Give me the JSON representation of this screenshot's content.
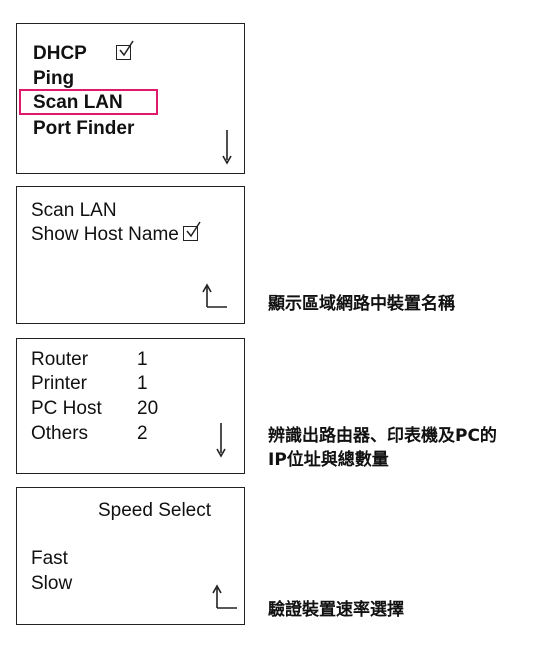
{
  "panel1": {
    "items": [
      {
        "label": "DHCP",
        "checked": true
      },
      {
        "label": "Ping"
      },
      {
        "label": "Scan LAN",
        "selected": true
      },
      {
        "label": "Port Finder"
      }
    ],
    "highlight_color": "#e0196c",
    "nav_icon": "arrow-down-icon"
  },
  "panel2": {
    "title": "Scan LAN",
    "option_label": "Show Host Name",
    "option_checked": true,
    "nav_icon": "return-arrow-icon"
  },
  "note1": "顯示區域網路中裝置名稱",
  "panel3": {
    "rows": [
      {
        "label": "Router",
        "value": "1"
      },
      {
        "label": "Printer",
        "value": "1"
      },
      {
        "label": "PC Host",
        "value": "20"
      },
      {
        "label": "Others",
        "value": "2"
      }
    ],
    "nav_icon": "arrow-down-icon"
  },
  "note2": {
    "line1": "辨識出路由器、印表機及PC的",
    "line2": "IP位址與總數量"
  },
  "panel4": {
    "title": "Speed Select",
    "options": [
      "Fast",
      "Slow"
    ],
    "nav_icon": "return-arrow-icon"
  },
  "note3": "驗證裝置速率選擇"
}
